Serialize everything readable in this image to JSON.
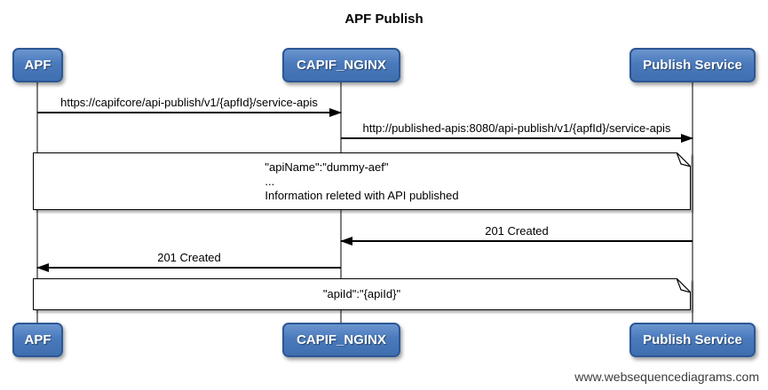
{
  "title": "APF Publish",
  "actors": [
    {
      "id": "apf",
      "label": "APF"
    },
    {
      "id": "capif-nginx",
      "label": "CAPIF_NGINX"
    },
    {
      "id": "publish-service",
      "label": "Publish Service"
    }
  ],
  "messages": [
    {
      "from": "APF",
      "to": "CAPIF_NGINX",
      "direction": "right",
      "label": "https://capifcore/api-publish/v1/{apfId}/service-apis"
    },
    {
      "from": "CAPIF_NGINX",
      "to": "Publish Service",
      "direction": "right",
      "label": "http://published-apis:8080/api-publish/v1/{apfId}/service-apis"
    },
    {
      "from": "Publish Service",
      "to": "CAPIF_NGINX",
      "direction": "left",
      "label": "201 Created"
    },
    {
      "from": "CAPIF_NGINX",
      "to": "APF",
      "direction": "left",
      "label": "201 Created"
    }
  ],
  "notes": [
    {
      "lines": [
        "\"apiName\":\"dummy-aef\"",
        "...",
        "Information releted with API published"
      ]
    },
    {
      "lines": [
        "\"apiId\":\"{apiId}\""
      ]
    }
  ],
  "watermark": "www.websequencediagrams.com",
  "colors": {
    "actor_fill": "#4a7abc",
    "actor_border": "#2c5795",
    "actor_text": "#ffffff",
    "lifeline": "#7f7f7f",
    "message_line": "#000000",
    "note_bg": "#ffffff",
    "note_border": "#000000",
    "title_text": "#000000",
    "watermark_text": "#3c3c3c"
  }
}
